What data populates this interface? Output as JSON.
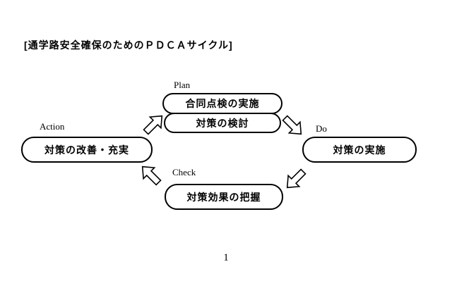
{
  "title": "[通学路安全確保のためのＰＤＣＡサイクル]",
  "page_number": "1",
  "cycle": {
    "plan": {
      "label": "Plan",
      "box1": "合同点検の実施",
      "box2": "対策の検討"
    },
    "do": {
      "label": "Do",
      "box": "対策の実施"
    },
    "check": {
      "label": "Check",
      "box": "対策効果の把握"
    },
    "action": {
      "label": "Action",
      "box": "対策の改善・充実"
    }
  },
  "icons": {
    "arrow_action_to_plan": "block-arrow-up-right",
    "arrow_plan_to_do": "block-arrow-down-right",
    "arrow_do_to_check": "block-arrow-down-left",
    "arrow_check_to_action": "block-arrow-up-left"
  }
}
